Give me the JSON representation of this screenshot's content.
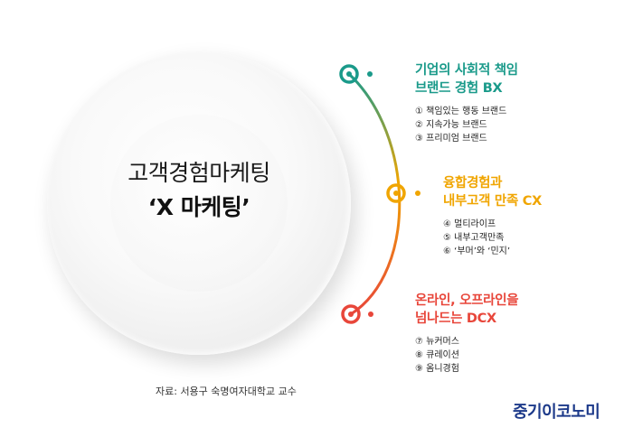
{
  "center": {
    "title": "고객경험마케팅",
    "subtitle": "‘X 마케팅’"
  },
  "colors": {
    "teal": "#1a9a8a",
    "orange": "#f0a500",
    "red": "#e8463a",
    "logo": "#1d3a8a"
  },
  "groups": [
    {
      "title_line1": "기업의 사회적 책임",
      "title_line2": "브랜드 경험 BX",
      "color": "#1a9a8a",
      "items": [
        "① 책임있는 행동 브랜드",
        "② 지속가능 브랜드",
        "③ 프리미엄 브랜드"
      ]
    },
    {
      "title_line1": "융합경험과",
      "title_line2": "내부고객 만족 CX",
      "color": "#f0a500",
      "items": [
        "④ 멀티라이프",
        "⑤ 내부고객만족",
        "⑥ ‘부머’와 ‘민지’"
      ]
    },
    {
      "title_line1": "온라인, 오프라인을",
      "title_line2": "넘나드는 DCX",
      "color": "#e8463a",
      "items": [
        "⑦ 뉴커머스",
        "⑧ 큐레이션",
        "⑨ 옴니경험"
      ]
    }
  ],
  "source": "자료: 서용구 숙명여자대학교 교수",
  "logo": "중기이코노미"
}
